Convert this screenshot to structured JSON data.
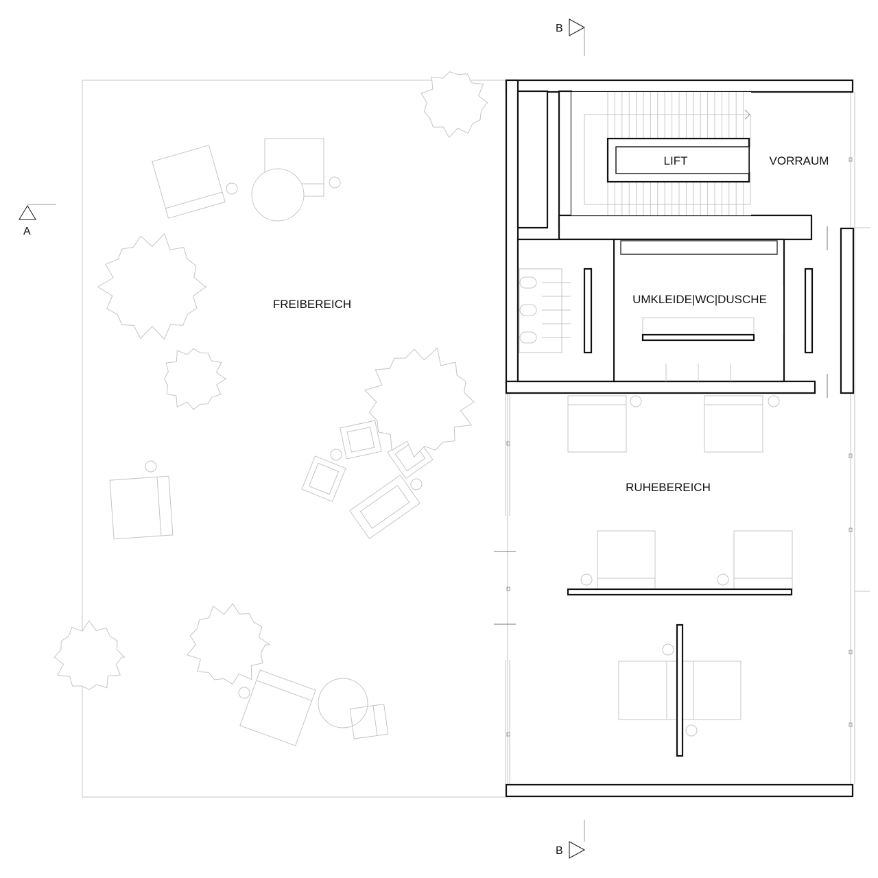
{
  "labels": {
    "freibereich": "FREIBEREICH",
    "lift": "LIFT",
    "vorraum": "VORRAUM",
    "umkleide": "UMKLEIDE|WC|DUSCHE",
    "ruhebereich": "RUHEBEREICH"
  },
  "section_marks": {
    "a": "A",
    "b_top": "B",
    "b_bottom": "B"
  },
  "colors": {
    "wall": "#111111",
    "furniture": "#c4c4c4"
  },
  "icons": [
    "tree-icon",
    "table-icon",
    "chair-icon",
    "lounger-icon",
    "section-marker-icon"
  ]
}
